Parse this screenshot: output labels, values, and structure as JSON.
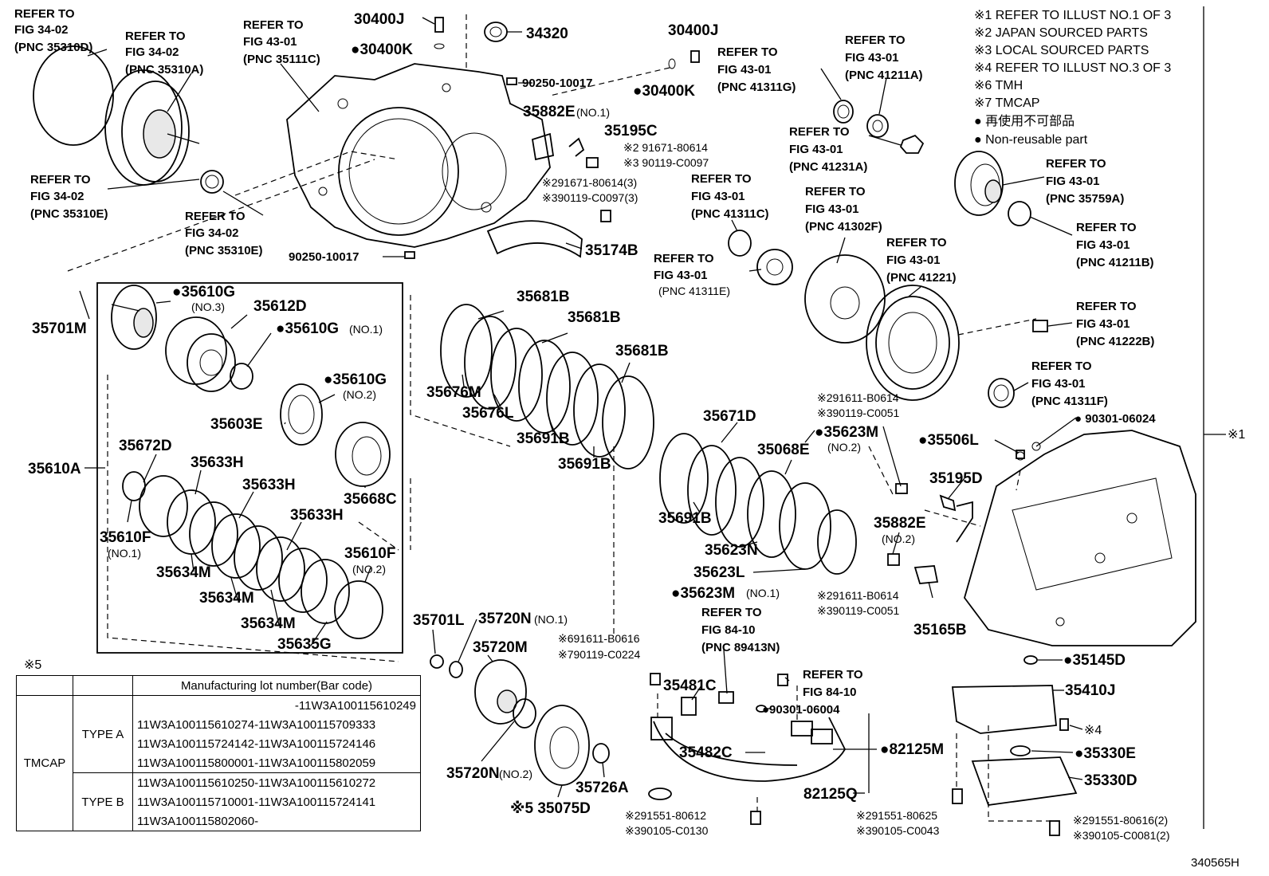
{
  "legend": {
    "notes": [
      "※1 REFER TO ILLUST NO.1 OF 3",
      "※2 JAPAN SOURCED PARTS",
      "※3 LOCAL SOURCED PARTS",
      "※4 REFER TO ILLUST NO.3 OF 3",
      "※6 TMH",
      "※7 TMCAP",
      "● 再使用不可部品",
      "● Non-reusable part"
    ]
  },
  "parts": {
    "p_30400J_a": "30400J",
    "p_30400K_a": "●30400K",
    "p_34320": "34320",
    "p_30400J_b": "30400J",
    "p_30400K_b": "●30400K",
    "p_90250_a": "90250-10017",
    "p_90250_b": "90250-10017",
    "p_35882E_1": "35882E",
    "p_35882E_1_n": "(NO.1)",
    "p_35195C": "35195C",
    "p_91671_a": "※2 91671-80614",
    "p_90119_a": "※3 90119-C0097",
    "p_91671_b": "※291671-80614(3)",
    "p_90119_b": "※390119-C0097(3)",
    "p_35174B": "35174B",
    "p_35701M": "35701M",
    "p_35610G_3": "●35610G",
    "p_35610G_3_n": "(NO.3)",
    "p_35612D": "35612D",
    "p_35610G_1": "●35610G",
    "p_35610G_1_n": "(NO.1)",
    "p_35610G_2": "●35610G",
    "p_35610G_2_n": "(NO.2)",
    "p_35603E": "35603E",
    "p_35668C": "35668C",
    "p_35610A": "35610A",
    "p_35672D": "35672D",
    "p_35633H_a": "35633H",
    "p_35633H_b": "35633H",
    "p_35633H_c": "35633H",
    "p_35610F_1": "35610F",
    "p_35610F_1_n": "(NO.1)",
    "p_35634M_a": "35634M",
    "p_35634M_b": "35634M",
    "p_35634M_c": "35634M",
    "p_35635G": "35635G",
    "p_35610F_2": "35610F",
    "p_35610F_2_n": "(NO.2)",
    "p_35681B_a": "35681B",
    "p_35681B_b": "35681B",
    "p_35681B_c": "35681B",
    "p_35676M": "35676M",
    "p_35676L": "35676L",
    "p_35691B_a": "35691B",
    "p_35691B_b": "35691B",
    "p_35691B_c": "35691B",
    "p_35671D": "35671D",
    "p_35068E": "35068E",
    "p_35623M_2": "●35623M",
    "p_35623M_2_n": "(NO.2)",
    "p_35623N": "35623N",
    "p_35623L": "35623L",
    "p_35623M_1": "●35623M",
    "p_35623M_1_n": "(NO.1)",
    "p_91611_a": "※291611-B0614",
    "p_90119_c": "※390119-C0051",
    "p_90301_a": "● 90301-06024",
    "p_35506L": "●35506L",
    "p_35195D": "35195D",
    "p_35882E_2": "35882E",
    "p_35882E_2_n": "(NO.2)",
    "p_91611_b": "※291611-B0614",
    "p_90119_d": "※390119-C0051",
    "p_35165B": "35165B",
    "p_35145D": "●35145D",
    "p_35410J": "35410J",
    "p_note4": "※4",
    "p_35330E": "●35330E",
    "p_35330D": "35330D",
    "p_35701L": "35701L",
    "p_35720N_1": "35720N",
    "p_35720N_1_n": "(NO.1)",
    "p_35720M": "35720M",
    "p_35720N_2": "35720N",
    "p_35720N_2_n": "(NO.2)",
    "p_35075D": "※5 35075D",
    "p_35726A": "35726A",
    "p_91611_c": "※691611-B0616",
    "p_90119_e": "※790119-C0224",
    "p_35481C": "35481C",
    "p_35482C": "35482C",
    "p_90301_b": "●90301-06004",
    "p_82125M": "●82125M",
    "p_82125Q": "82125Q",
    "p_91551_a": "※291551-80612",
    "p_90105_a": "※390105-C0130",
    "p_91551_b": "※291551-80625",
    "p_90105_b": "※390105-C0043",
    "p_91551_c": "※291551-80616(2)",
    "p_90105_c": "※390105-C0081(2)",
    "p_note1": "※1"
  },
  "refs": {
    "r1": [
      "REFER TO",
      "FIG 34-02",
      "(PNC 35310D)"
    ],
    "r2": [
      "REFER TO",
      "FIG 34-02",
      "(PNC 35310A)"
    ],
    "r3": [
      "REFER TO",
      "FIG 43-01",
      "(PNC 35111C)"
    ],
    "r4": [
      "REFER TO",
      "FIG 34-02",
      "(PNC 35310E)"
    ],
    "r5": [
      "REFER TO",
      "FIG 34-02",
      "(PNC 35310E)"
    ],
    "r6": [
      "REFER TO",
      "FIG 43-01",
      "(PNC 41311G)"
    ],
    "r7": [
      "REFER TO",
      "FIG 43-01",
      "(PNC 41211A)"
    ],
    "r8": [
      "REFER TO",
      "FIG 43-01",
      "(PNC 41231A)"
    ],
    "r9": [
      "REFER TO",
      "FIG 43-01",
      "(PNC 41311C)"
    ],
    "r10": [
      "REFER TO",
      "FIG 43-01",
      "(PNC 41302F)"
    ],
    "r11": [
      "REFER TO",
      "FIG 43-01",
      "(PNC 41311E)"
    ],
    "r12": [
      "REFER TO",
      "FIG 43-01",
      "(PNC 41221)"
    ],
    "r13": [
      "REFER TO",
      "FIG 43-01",
      "(PNC 35759A)"
    ],
    "r14": [
      "REFER TO",
      "FIG 43-01",
      "(PNC 41211B)"
    ],
    "r15": [
      "REFER TO",
      "FIG 43-01",
      "(PNC 41222B)"
    ],
    "r16": [
      "REFER TO",
      "FIG 43-01",
      "(PNC 41311F)"
    ],
    "r17": [
      "REFER TO",
      "FIG 84-10",
      "(PNC 89413N)"
    ],
    "r18": [
      "REFER TO",
      "FIG 84-10"
    ]
  },
  "lot_table": {
    "note": "※5",
    "header": "Manufacturing lot number(Bar code)",
    "plant": "TMCAP",
    "groups": [
      {
        "type": "TYPE A",
        "rows": [
          "-11W3A100115610249",
          "11W3A100115610274-11W3A100115709333",
          "11W3A100115724142-11W3A100115724146",
          "11W3A100115800001-11W3A100115802059"
        ]
      },
      {
        "type": "TYPE B",
        "rows": [
          "11W3A100115610250-11W3A100115610272",
          "11W3A100115710001-11W3A100115724141",
          "11W3A100115802060-"
        ]
      }
    ]
  },
  "drawing_id": "340565H"
}
